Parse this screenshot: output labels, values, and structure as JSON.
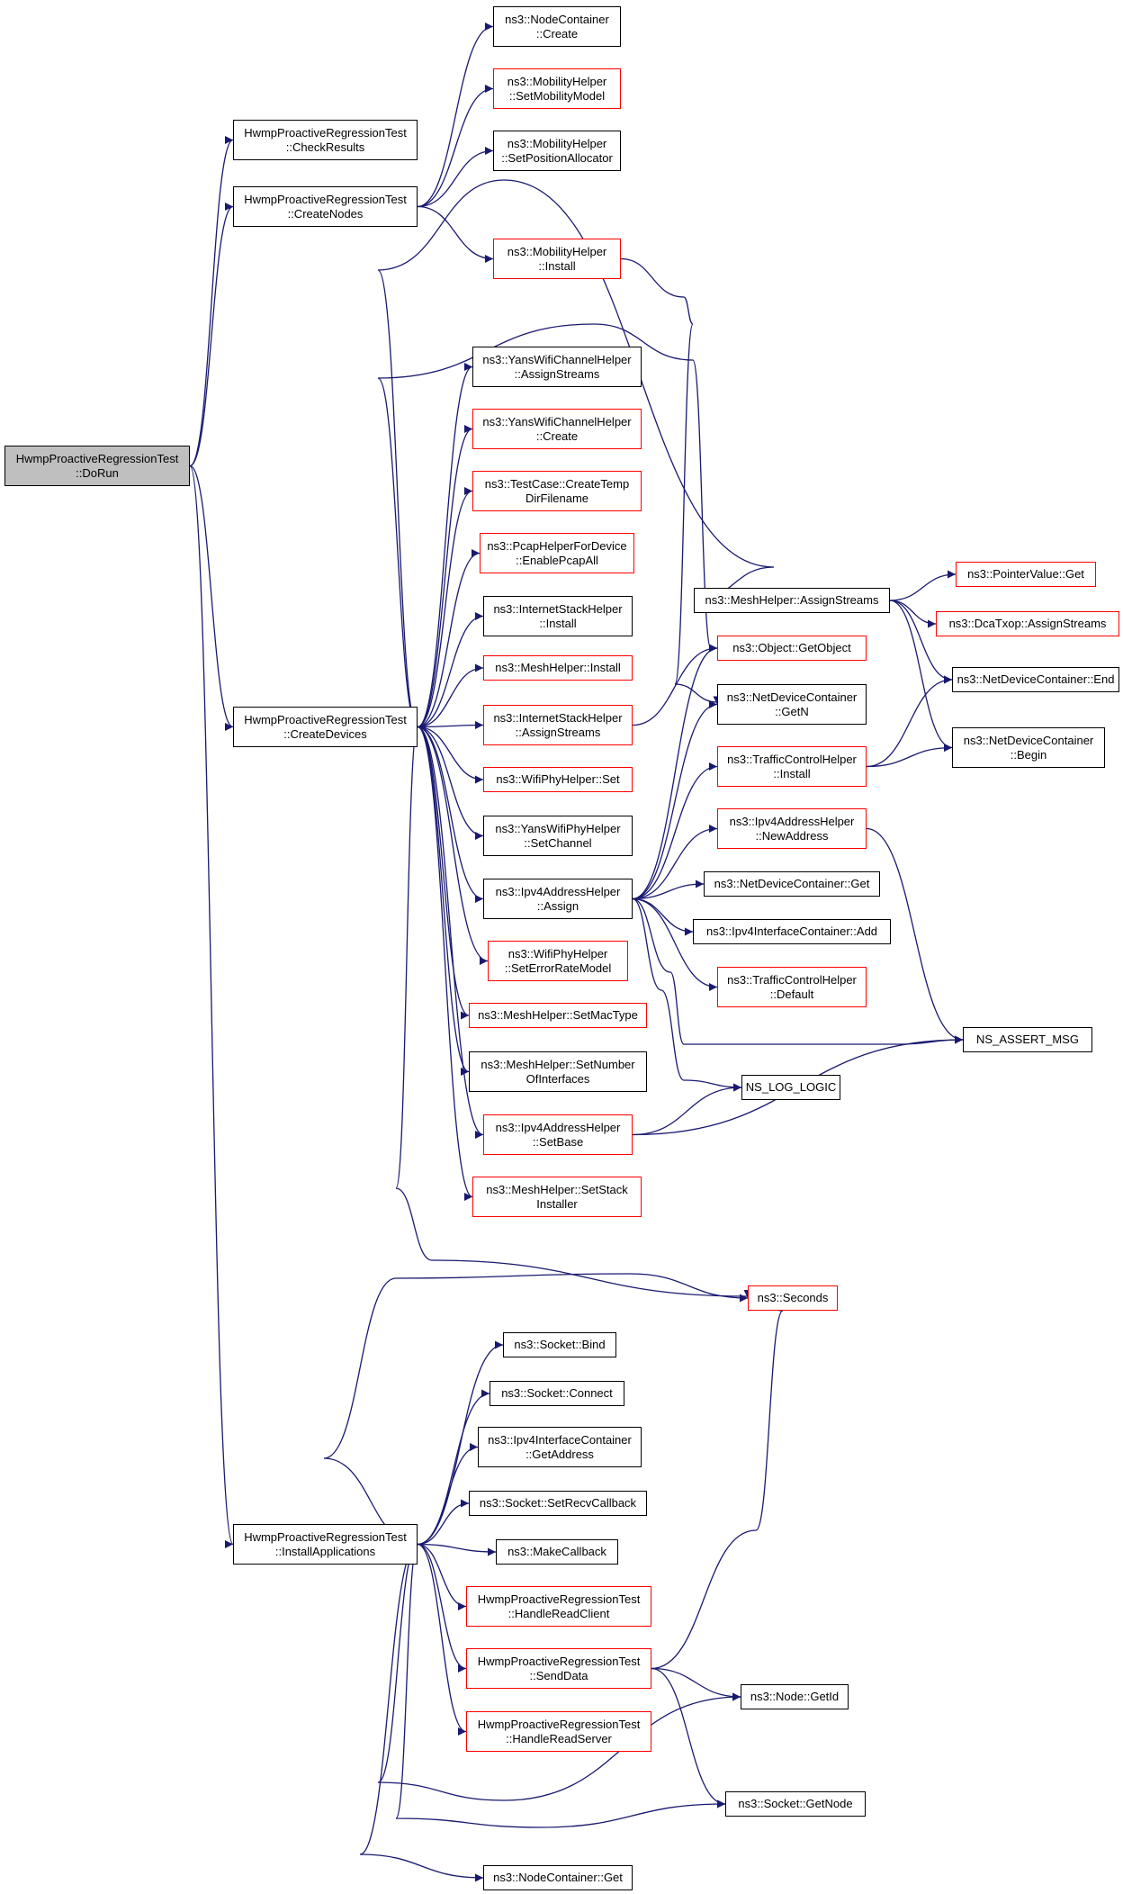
{
  "colors": {
    "edge": "#191970",
    "border_documented": "#000000",
    "border_undocumented": "#ff0000",
    "root_fill": "#bfbfbf",
    "node_fill": "#ffffff"
  },
  "nodes": [
    {
      "id": "dorun",
      "lines": [
        "HwmpProactiveRegressionTest",
        "::DoRun"
      ],
      "style": "root"
    },
    {
      "id": "checkresults",
      "lines": [
        "HwmpProactiveRegressionTest",
        "::CheckResults"
      ],
      "style": "black"
    },
    {
      "id": "createnodes",
      "lines": [
        "HwmpProactiveRegressionTest",
        "::CreateNodes"
      ],
      "style": "black"
    },
    {
      "id": "createdevices",
      "lines": [
        "HwmpProactiveRegressionTest",
        "::CreateDevices"
      ],
      "style": "black"
    },
    {
      "id": "installapps",
      "lines": [
        "HwmpProactiveRegressionTest",
        "::InstallApplications"
      ],
      "style": "black"
    },
    {
      "id": "nc_create",
      "lines": [
        "ns3::NodeContainer",
        "::Create"
      ],
      "style": "black"
    },
    {
      "id": "mh_setmobility",
      "lines": [
        "ns3::MobilityHelper",
        "::SetMobilityModel"
      ],
      "style": "red"
    },
    {
      "id": "mh_setposalloc",
      "lines": [
        "ns3::MobilityHelper",
        "::SetPositionAllocator"
      ],
      "style": "black"
    },
    {
      "id": "mh_install",
      "lines": [
        "ns3::MobilityHelper",
        "::Install"
      ],
      "style": "red"
    },
    {
      "id": "ywch_assign",
      "lines": [
        "ns3::YansWifiChannelHelper",
        "::AssignStreams"
      ],
      "style": "black"
    },
    {
      "id": "ywch_create",
      "lines": [
        "ns3::YansWifiChannelHelper",
        "::Create"
      ],
      "style": "red"
    },
    {
      "id": "tc_tempdir",
      "lines": [
        "ns3::TestCase::CreateTemp",
        "DirFilename"
      ],
      "style": "red"
    },
    {
      "id": "pcap_enable",
      "lines": [
        "ns3::PcapHelperForDevice",
        "::EnablePcapAll"
      ],
      "style": "red"
    },
    {
      "id": "ish_install",
      "lines": [
        "ns3::InternetStackHelper",
        "::Install"
      ],
      "style": "black"
    },
    {
      "id": "meshh_install",
      "lines": [
        "ns3::MeshHelper::Install"
      ],
      "style": "red"
    },
    {
      "id": "ish_assign",
      "lines": [
        "ns3::InternetStackHelper",
        "::AssignStreams"
      ],
      "style": "red"
    },
    {
      "id": "wph_set",
      "lines": [
        "ns3::WifiPhyHelper::Set"
      ],
      "style": "red"
    },
    {
      "id": "ywph_setchannel",
      "lines": [
        "ns3::YansWifiPhyHelper",
        "::SetChannel"
      ],
      "style": "black"
    },
    {
      "id": "ipv4ah_assign",
      "lines": [
        "ns3::Ipv4AddressHelper",
        "::Assign"
      ],
      "style": "black"
    },
    {
      "id": "wph_seterror",
      "lines": [
        "ns3::WifiPhyHelper",
        "::SetErrorRateModel"
      ],
      "style": "red"
    },
    {
      "id": "meshh_setmac",
      "lines": [
        "ns3::MeshHelper::SetMacType"
      ],
      "style": "red"
    },
    {
      "id": "meshh_setnumber",
      "lines": [
        "ns3::MeshHelper::SetNumber",
        "OfInterfaces"
      ],
      "style": "black"
    },
    {
      "id": "ipv4ah_setbase",
      "lines": [
        "ns3::Ipv4AddressHelper",
        "::SetBase"
      ],
      "style": "red"
    },
    {
      "id": "meshh_setstack",
      "lines": [
        "ns3::MeshHelper::SetStack",
        "Installer"
      ],
      "style": "red"
    },
    {
      "id": "meshh_assign",
      "lines": [
        "ns3::MeshHelper::AssignStreams"
      ],
      "style": "black"
    },
    {
      "id": "obj_getobject",
      "lines": [
        "ns3::Object::GetObject"
      ],
      "style": "red"
    },
    {
      "id": "ndc_getn",
      "lines": [
        "ns3::NetDeviceContainer",
        "::GetN"
      ],
      "style": "black"
    },
    {
      "id": "tch_install",
      "lines": [
        "ns3::TrafficControlHelper",
        "::Install"
      ],
      "style": "red"
    },
    {
      "id": "ipv4ah_newaddr",
      "lines": [
        "ns3::Ipv4AddressHelper",
        "::NewAddress"
      ],
      "style": "red"
    },
    {
      "id": "ndc_get",
      "lines": [
        "ns3::NetDeviceContainer::Get"
      ],
      "style": "black"
    },
    {
      "id": "ipv4ic_add",
      "lines": [
        "ns3::Ipv4InterfaceContainer::Add"
      ],
      "style": "black"
    },
    {
      "id": "tch_default",
      "lines": [
        "ns3::TrafficControlHelper",
        "::Default"
      ],
      "style": "red"
    },
    {
      "id": "ns_log_logic",
      "lines": [
        "NS_LOG_LOGIC"
      ],
      "style": "black"
    },
    {
      "id": "pv_get",
      "lines": [
        "ns3::PointerValue::Get"
      ],
      "style": "red"
    },
    {
      "id": "dca_assign",
      "lines": [
        "ns3::DcaTxop::AssignStreams"
      ],
      "style": "red"
    },
    {
      "id": "ndc_end",
      "lines": [
        "ns3::NetDeviceContainer::End"
      ],
      "style": "black"
    },
    {
      "id": "ndc_begin",
      "lines": [
        "ns3::NetDeviceContainer",
        "::Begin"
      ],
      "style": "black"
    },
    {
      "id": "ns_assert_msg",
      "lines": [
        "NS_ASSERT_MSG"
      ],
      "style": "black"
    },
    {
      "id": "seconds",
      "lines": [
        "ns3::Seconds"
      ],
      "style": "red"
    },
    {
      "id": "sock_bind",
      "lines": [
        "ns3::Socket::Bind"
      ],
      "style": "black"
    },
    {
      "id": "sock_connect",
      "lines": [
        "ns3::Socket::Connect"
      ],
      "style": "black"
    },
    {
      "id": "ipv4ic_getaddr",
      "lines": [
        "ns3::Ipv4InterfaceContainer",
        "::GetAddress"
      ],
      "style": "black"
    },
    {
      "id": "sock_setrecv",
      "lines": [
        "ns3::Socket::SetRecvCallback"
      ],
      "style": "black"
    },
    {
      "id": "makecallback",
      "lines": [
        "ns3::MakeCallback"
      ],
      "style": "black"
    },
    {
      "id": "handlereadclient",
      "lines": [
        "HwmpProactiveRegressionTest",
        "::HandleReadClient"
      ],
      "style": "red"
    },
    {
      "id": "senddata",
      "lines": [
        "HwmpProactiveRegressionTest",
        "::SendData"
      ],
      "style": "red"
    },
    {
      "id": "handlereadserver",
      "lines": [
        "HwmpProactiveRegressionTest",
        "::HandleReadServer"
      ],
      "style": "red"
    },
    {
      "id": "node_getid",
      "lines": [
        "ns3::Node::GetId"
      ],
      "style": "black"
    },
    {
      "id": "sock_getnode",
      "lines": [
        "ns3::Socket::GetNode"
      ],
      "style": "black"
    },
    {
      "id": "nc_get",
      "lines": [
        "ns3::NodeContainer::Get"
      ],
      "style": "black"
    }
  ],
  "edges": [
    [
      "dorun",
      "checkresults"
    ],
    [
      "dorun",
      "createnodes"
    ],
    [
      "dorun",
      "createdevices"
    ],
    [
      "dorun",
      "installapps"
    ],
    [
      "createnodes",
      "nc_create"
    ],
    [
      "createnodes",
      "mh_setmobility"
    ],
    [
      "createnodes",
      "mh_setposalloc"
    ],
    [
      "createnodes",
      "mh_install"
    ],
    [
      "mh_install",
      "ndc_getn"
    ],
    [
      "createdevices",
      "meshh_assign"
    ],
    [
      "createdevices",
      "obj_getobject"
    ],
    [
      "createdevices",
      "ywch_assign"
    ],
    [
      "createdevices",
      "ywch_create"
    ],
    [
      "createdevices",
      "tc_tempdir"
    ],
    [
      "createdevices",
      "pcap_enable"
    ],
    [
      "createdevices",
      "ish_install"
    ],
    [
      "createdevices",
      "meshh_install"
    ],
    [
      "createdevices",
      "ish_assign"
    ],
    [
      "createdevices",
      "wph_set"
    ],
    [
      "createdevices",
      "ywph_setchannel"
    ],
    [
      "createdevices",
      "ipv4ah_assign"
    ],
    [
      "createdevices",
      "wph_seterror"
    ],
    [
      "createdevices",
      "meshh_setmac"
    ],
    [
      "createdevices",
      "meshh_setnumber"
    ],
    [
      "createdevices",
      "ipv4ah_setbase"
    ],
    [
      "createdevices",
      "meshh_setstack"
    ],
    [
      "createdevices",
      "seconds"
    ],
    [
      "ish_assign",
      "obj_getobject"
    ],
    [
      "meshh_assign",
      "pv_get"
    ],
    [
      "meshh_assign",
      "dca_assign"
    ],
    [
      "meshh_assign",
      "ndc_end"
    ],
    [
      "meshh_assign",
      "ndc_begin"
    ],
    [
      "ipv4ah_assign",
      "obj_getobject"
    ],
    [
      "ipv4ah_assign",
      "ndc_getn"
    ],
    [
      "ipv4ah_assign",
      "tch_install"
    ],
    [
      "ipv4ah_assign",
      "ipv4ah_newaddr"
    ],
    [
      "ipv4ah_assign",
      "ndc_get"
    ],
    [
      "ipv4ah_assign",
      "ipv4ic_add"
    ],
    [
      "ipv4ah_assign",
      "tch_default"
    ],
    [
      "ipv4ah_assign",
      "ns_assert_msg"
    ],
    [
      "ipv4ah_assign",
      "ns_log_logic"
    ],
    [
      "tch_install",
      "ndc_end"
    ],
    [
      "tch_install",
      "ndc_begin"
    ],
    [
      "ipv4ah_newaddr",
      "ns_assert_msg"
    ],
    [
      "ipv4ah_setbase",
      "ns_log_logic"
    ],
    [
      "ipv4ah_setbase",
      "ns_assert_msg"
    ],
    [
      "installapps",
      "seconds"
    ],
    [
      "installapps",
      "sock_bind"
    ],
    [
      "installapps",
      "sock_connect"
    ],
    [
      "installapps",
      "ipv4ic_getaddr"
    ],
    [
      "installapps",
      "sock_setrecv"
    ],
    [
      "installapps",
      "makecallback"
    ],
    [
      "installapps",
      "handlereadclient"
    ],
    [
      "installapps",
      "senddata"
    ],
    [
      "installapps",
      "handlereadserver"
    ],
    [
      "installapps",
      "node_getid"
    ],
    [
      "installapps",
      "sock_getnode"
    ],
    [
      "installapps",
      "nc_get"
    ],
    [
      "senddata",
      "seconds"
    ],
    [
      "senddata",
      "node_getid"
    ],
    [
      "senddata",
      "sock_getnode"
    ]
  ]
}
